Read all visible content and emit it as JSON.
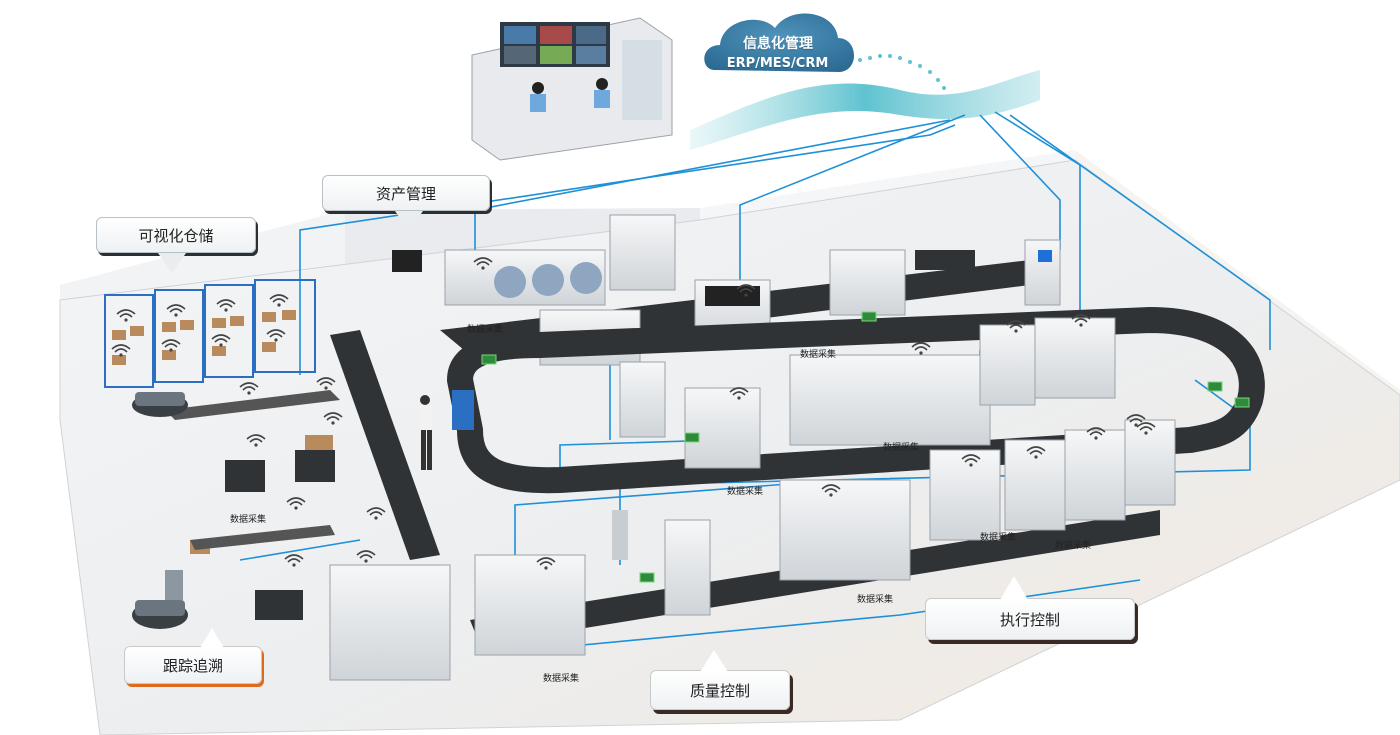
{
  "cloud": {
    "title": "信息化管理",
    "subtitle": "ERP/MES/CRM"
  },
  "callouts": {
    "asset_management": "资产管理",
    "visual_warehouse": "可视化仓储",
    "tracking_traceability": "跟踪追溯",
    "quality_control": "质量控制",
    "execution_control": "执行控制"
  },
  "data_collection_label": "数据采集",
  "data_collection_points": 9,
  "zones": [
    "control-room",
    "warehouse",
    "smt-line-upper",
    "reflow-loop",
    "assembly-line-lower"
  ],
  "colors": {
    "network_line": "#1e90d8",
    "cloud": "#3a7fa8",
    "wave": "#5fc3d0",
    "conveyor": "#2f3336",
    "machine": "#e6e9ec",
    "floor": "#f0f1f2",
    "orange_accent": "#e06a1c"
  }
}
